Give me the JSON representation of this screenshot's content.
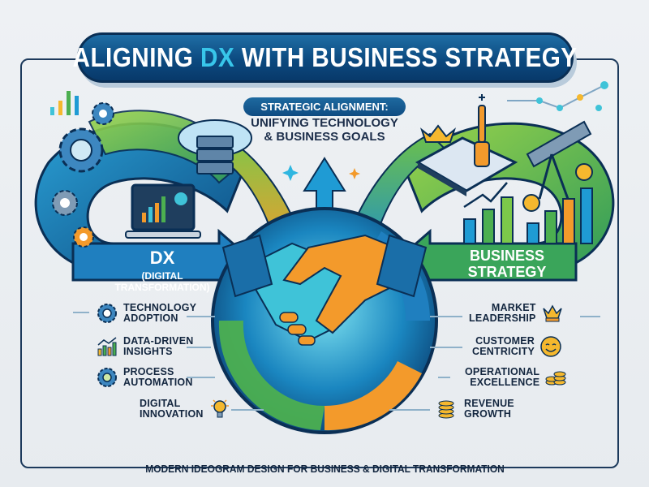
{
  "title": {
    "prefix": "ALIGNING ",
    "highlight": "DX",
    "suffix": " WITH BUSINESS STRATEGY"
  },
  "center_banner": {
    "heading": "STRATEGIC ALIGNMENT:",
    "line2": "UNIFYING TECHNOLOGY",
    "line3": "& BUSINESS GOALS"
  },
  "left_arrow": {
    "title": "DX",
    "subtitle": "(DIGITAL TRANSFORMATION)"
  },
  "right_arrow": {
    "line1": "BUSINESS",
    "line2": "STRATEGY"
  },
  "dx_features": [
    {
      "line1": "TECHNOLOGY",
      "line2": "ADOPTION",
      "icon": "gear-icon"
    },
    {
      "line1": "DATA-DRIVEN",
      "line2": "INSIGHTS",
      "icon": "bar-chart-icon"
    },
    {
      "line1": "PROCESS",
      "line2": "AUTOMATION",
      "icon": "gear-icon"
    },
    {
      "line1": "DIGITAL",
      "line2": "INNOVATION",
      "icon": "lightbulb-icon"
    }
  ],
  "strategy_features": [
    {
      "line1": "MARKET",
      "line2": "LEADERSHIP",
      "icon": "crown-icon"
    },
    {
      "line1": "CUSTOMER",
      "line2": "CENTRICITY",
      "icon": "smiley-icon"
    },
    {
      "line1": "OPERATIONAL",
      "line2": "EXCELLENCE",
      "icon": "coins-icon"
    },
    {
      "line1": "REVENUE",
      "line2": "GROWTH",
      "icon": "coins-icon"
    }
  ],
  "footer": {
    "text": "MODERN IDEOGRAM DESIGN FOR BUSINESS & DIGITAL TRANSFORMATION"
  },
  "colors": {
    "navy": "#0c4a80",
    "dx_blue": "#1f7fbf",
    "cyan": "#38c6ea",
    "green": "#4caf50",
    "lime": "#8bc34a",
    "orange": "#f39a2b",
    "gold": "#f5b82e",
    "text_dark": "#13263f"
  }
}
